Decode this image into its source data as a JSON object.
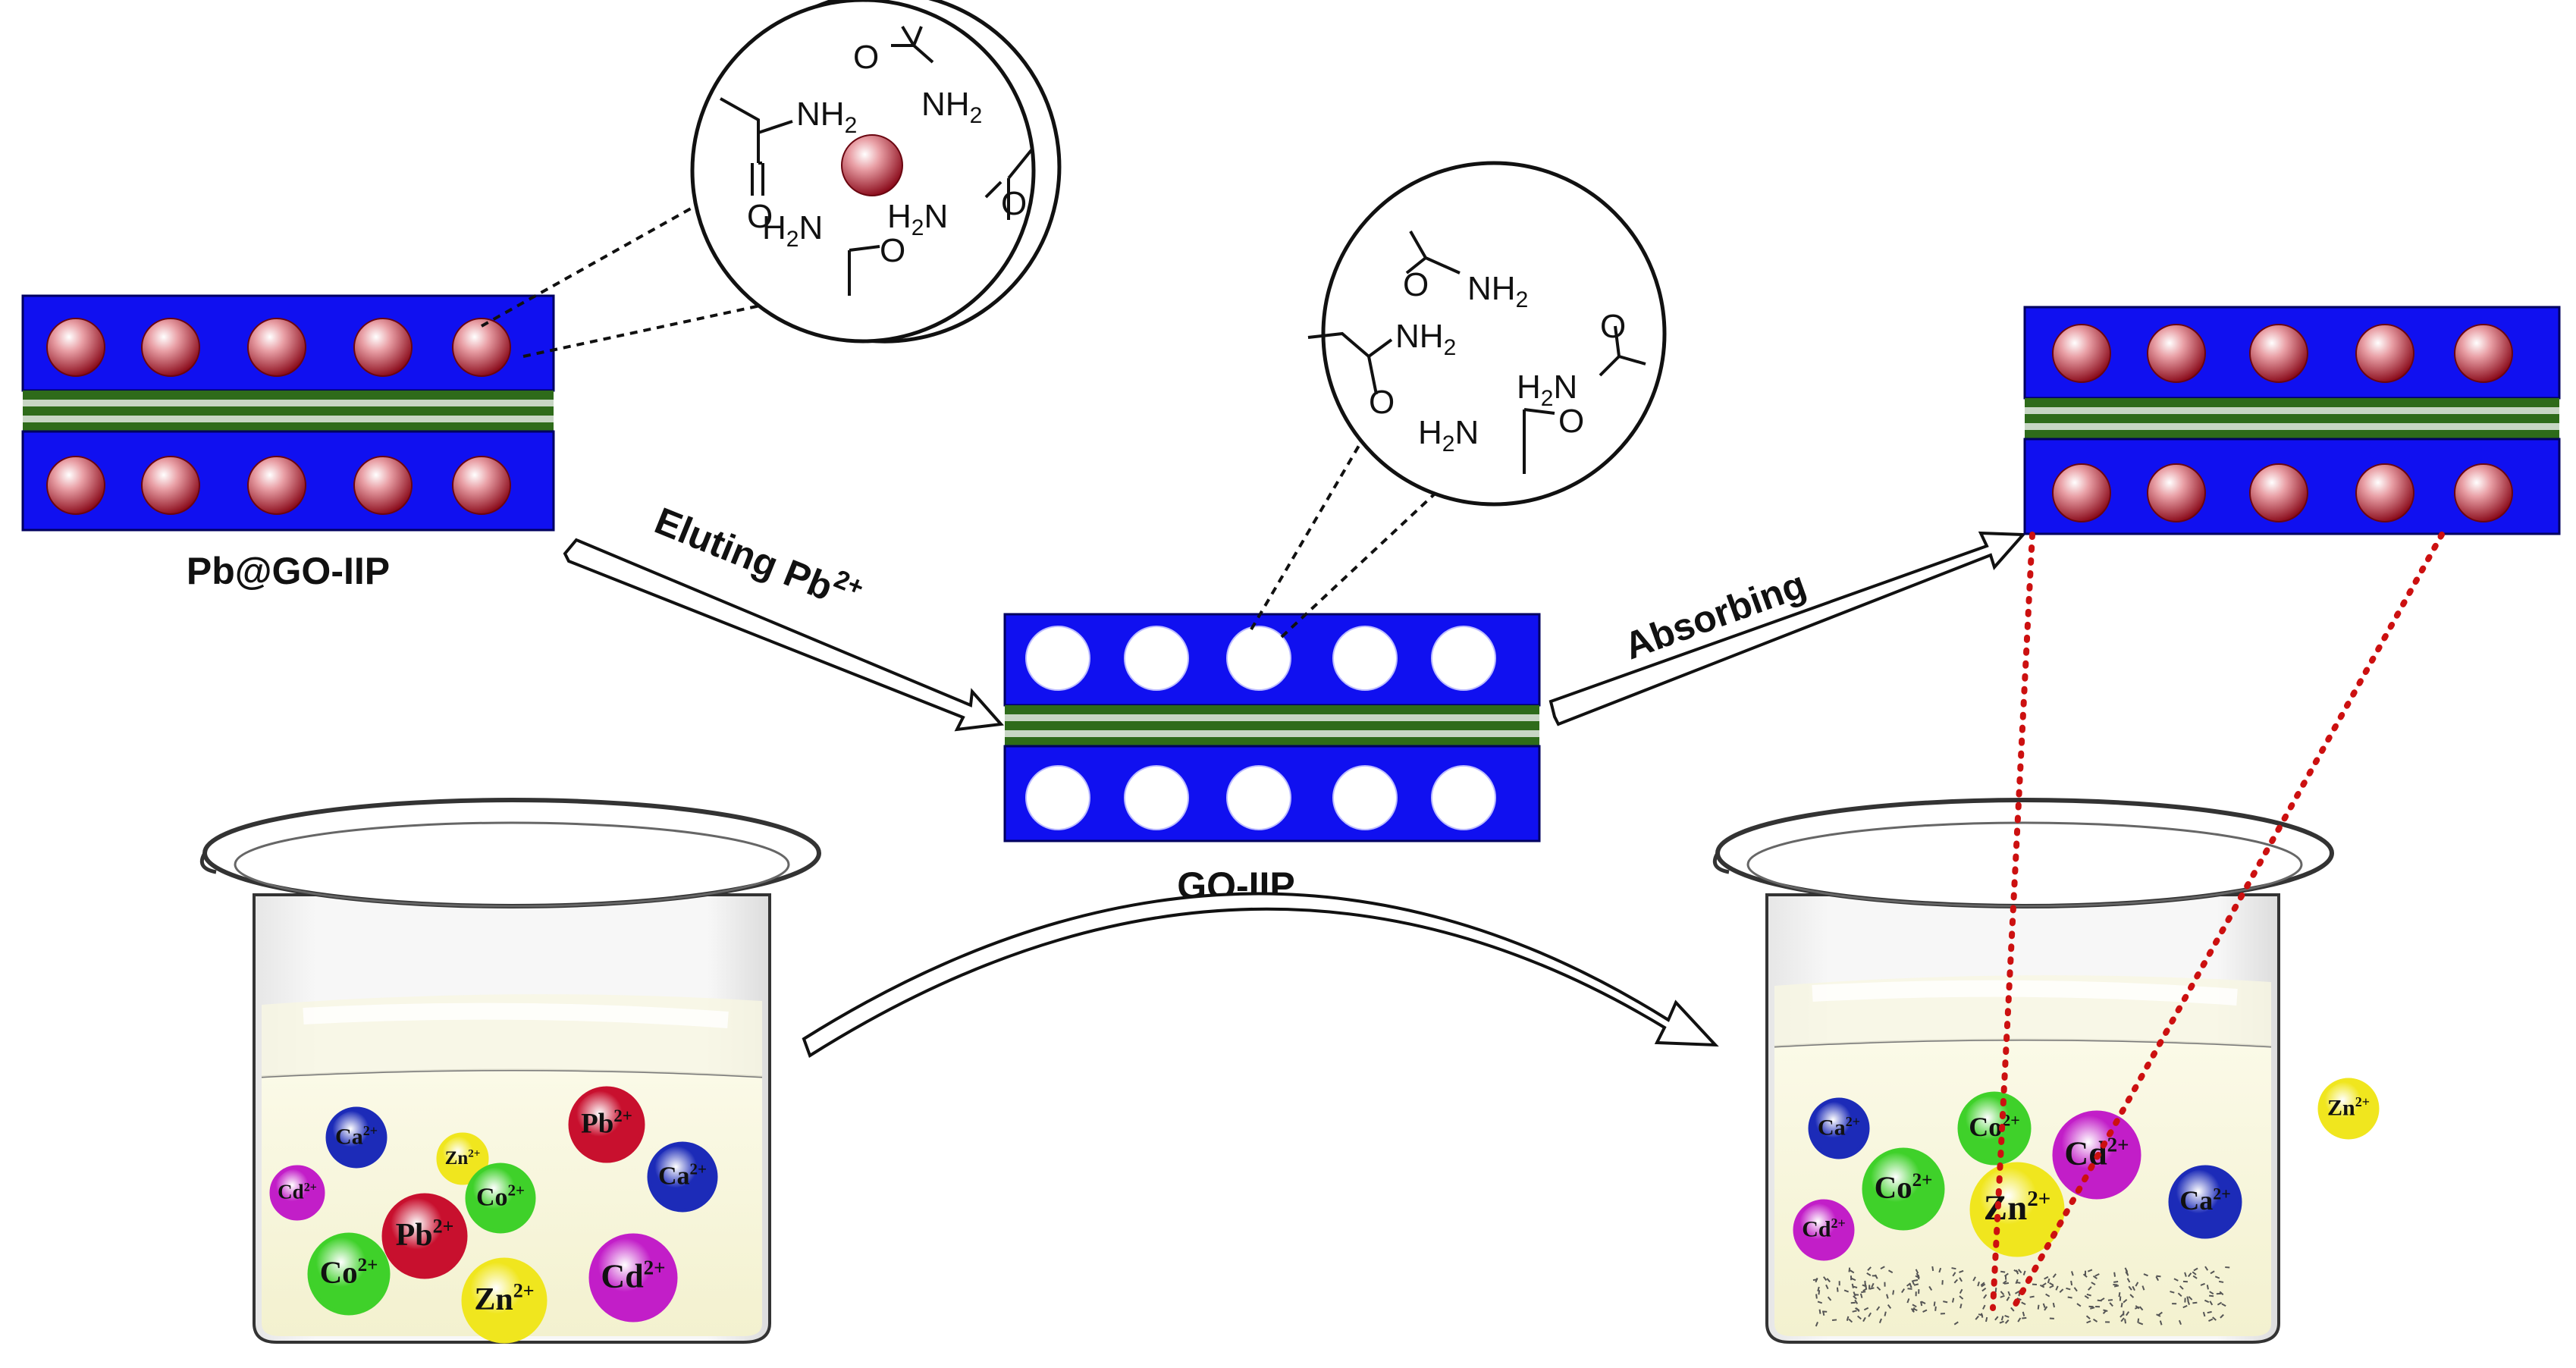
{
  "labels": {
    "left_block": "Pb@GO-IIP",
    "center_block": "GO-IIP",
    "step1": "Eluting Pb",
    "step1_sup": "2+",
    "step2": "Absorbing"
  },
  "chem": {
    "o": "O",
    "nh2": "NH",
    "h2n_h": "H",
    "h2n_n": "N",
    "sub2": "2"
  },
  "beaker_left_ions": [
    {
      "el": "Ca",
      "chg": "2+",
      "color": "#1c2bb8"
    },
    {
      "el": "Zn",
      "chg": "2+",
      "color": "#f0e61e"
    },
    {
      "el": "Pb",
      "chg": "2+",
      "color": "#c8102e"
    },
    {
      "el": "Cd",
      "chg": "2+",
      "color": "#c21ec8"
    },
    {
      "el": "Co",
      "chg": "2+",
      "color": "#3fd12a"
    },
    {
      "el": "Ca",
      "chg": "2+",
      "color": "#1c2bb8"
    },
    {
      "el": "Pb",
      "chg": "2+",
      "color": "#c8102e"
    },
    {
      "el": "Co",
      "chg": "2+",
      "color": "#3fd12a"
    },
    {
      "el": "Cd",
      "chg": "2+",
      "color": "#c21ec8"
    },
    {
      "el": "Zn",
      "chg": "2+",
      "color": "#f0e61e"
    }
  ],
  "beaker_right_ions": [
    {
      "el": "Ca",
      "chg": "2+",
      "color": "#1c2bb8"
    },
    {
      "el": "Co",
      "chg": "2+",
      "color": "#3fd12a"
    },
    {
      "el": "Zn",
      "chg": "2+",
      "color": "#f0e61e"
    },
    {
      "el": "Cd",
      "chg": "2+",
      "color": "#c21ec8"
    },
    {
      "el": "Co",
      "chg": "2+",
      "color": "#3fd12a"
    },
    {
      "el": "Zn",
      "chg": "2+",
      "color": "#f0e61e"
    },
    {
      "el": "Ca",
      "chg": "2+",
      "color": "#1c2bb8"
    },
    {
      "el": "Cd",
      "chg": "2+",
      "color": "#c21ec8"
    }
  ],
  "colors": {
    "polymer": "#1010f0",
    "graphene": "#2e6b1a",
    "pb_ion": "#c8102e",
    "dotted_link": "#cc1010"
  }
}
